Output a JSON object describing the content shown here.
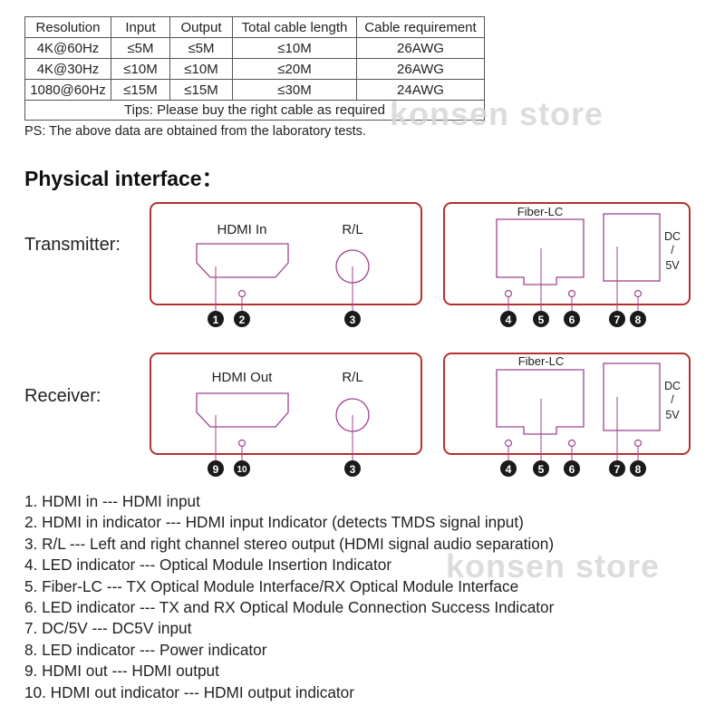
{
  "spec_table": {
    "headers": [
      "Resolution",
      "Input",
      "Output",
      "Total cable length",
      "Cable requirement"
    ],
    "rows": [
      [
        "4K@60Hz",
        "≤5M",
        "≤5M",
        "≤10M",
        "26AWG"
      ],
      [
        "4K@30Hz",
        "≤10M",
        "≤10M",
        "≤20M",
        "26AWG"
      ],
      [
        "1080@60Hz",
        "≤15M",
        "≤15M",
        "≤30M",
        "24AWG"
      ]
    ],
    "tips": "Tips: Please buy the right cable as required"
  },
  "ps_note": "PS: The above data are obtained from the laboratory tests.",
  "watermark": "konsen store",
  "section_title": "Physical interface：",
  "transmitter": {
    "label": "Transmitter:",
    "hdmi_label": "HDMI In",
    "rl_label": "R/L",
    "fiber_label": "Fiber-LC",
    "dc_label": [
      "DC",
      "/",
      "5V"
    ],
    "markers_left": [
      "1",
      "2",
      "3"
    ],
    "markers_right": [
      "4",
      "5",
      "6",
      "7",
      "8"
    ]
  },
  "receiver": {
    "label": "Receiver:",
    "hdmi_label": "HDMI Out",
    "rl_label": "R/L",
    "fiber_label": "Fiber-LC",
    "dc_label": [
      "DC",
      "/",
      "5V"
    ],
    "markers_left": [
      "9",
      "10",
      "3"
    ],
    "markers_right": [
      "4",
      "5",
      "6",
      "7",
      "8"
    ]
  },
  "descriptions": [
    "1. HDMI in --- HDMI input",
    "2. HDMI in indicator --- HDMI input Indicator (detects TMDS signal input)",
    "3. R/L --- Left and right channel stereo output (HDMI signal audio separation)",
    "4. LED indicator --- Optical Module Insertion Indicator",
    "5. Fiber-LC --- TX Optical Module Interface/RX Optical Module Interface",
    "6. LED indicator --- TX and RX Optical Module Connection Success Indicator",
    "7. DC/5V --- DC5V input",
    "8. LED indicator --- Power indicator",
    "9. HDMI out --- HDMI output",
    "10. HDMI out indicator --- HDMI output indicator"
  ],
  "colors": {
    "panel_border": "#b5302f",
    "diagram_line": "#a0438e",
    "marker_fill": "#1a1a1a",
    "watermark": "#d6d6d6"
  }
}
